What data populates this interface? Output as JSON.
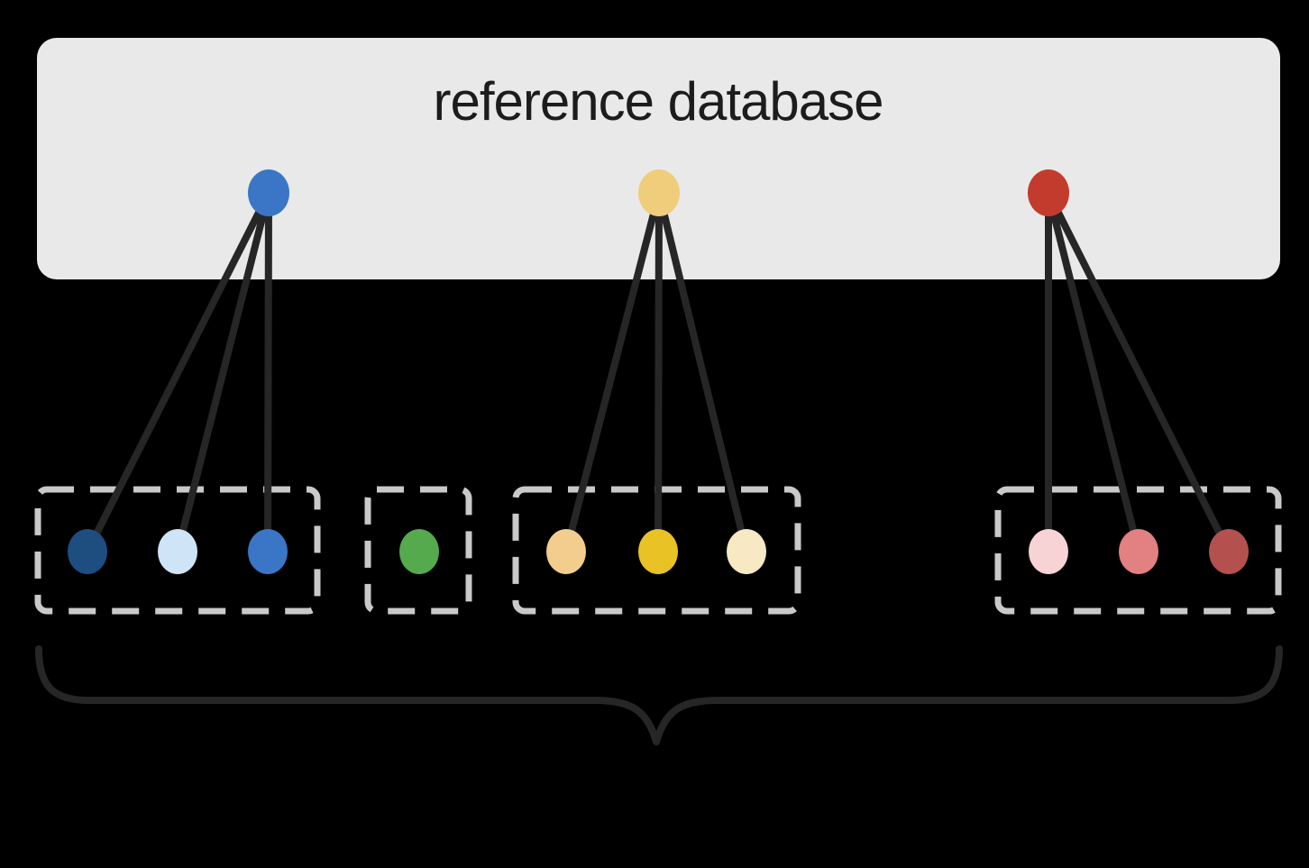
{
  "palette": {
    "background": "#000000",
    "edge_color": "#262626",
    "dashed_box_color": "#c9c9c9",
    "brace_color": "#262626"
  },
  "reference_box": {
    "label": "reference database",
    "fill": "#e9e9e9",
    "text_color": "#1c1c1c"
  },
  "reference_nodes": [
    {
      "name": "blue-reference-node",
      "color": "#3a76c5"
    },
    {
      "name": "yellow-reference-node",
      "color": "#efcd7a"
    },
    {
      "name": "red-reference-node",
      "color": "#c33b2d"
    }
  ],
  "clusters": [
    {
      "name": "blue-cluster",
      "dots": [
        {
          "name": "dark-blue-dot",
          "color": "#1d4e7f"
        },
        {
          "name": "light-blue-dot",
          "color": "#cfe4f7"
        },
        {
          "name": "medium-blue-dot",
          "color": "#3a76c5"
        }
      ]
    },
    {
      "name": "green-cluster",
      "dots": [
        {
          "name": "green-dot",
          "color": "#55aa4d"
        }
      ]
    },
    {
      "name": "yellow-cluster",
      "dots": [
        {
          "name": "tan-dot",
          "color": "#f2cd8d"
        },
        {
          "name": "gold-dot",
          "color": "#e9c226"
        },
        {
          "name": "cream-dot",
          "color": "#f6e9c4"
        }
      ]
    },
    {
      "name": "red-cluster",
      "dots": [
        {
          "name": "pink-dot",
          "color": "#f7d3d5"
        },
        {
          "name": "salmon-dot",
          "color": "#e28082"
        },
        {
          "name": "dark-red-dot",
          "color": "#b4514e"
        }
      ]
    }
  ]
}
